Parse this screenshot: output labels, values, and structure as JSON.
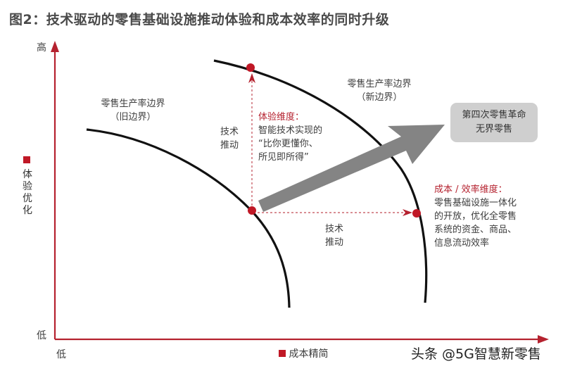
{
  "title": "图2：技术驱动的零售基础设施推动体验和成本效率的同时升级",
  "axes": {
    "y": {
      "label": "体验优化",
      "high": "高",
      "low": "低",
      "marker_icon": "red-square-icon"
    },
    "x": {
      "label": "成本精简",
      "low": "低",
      "marker_icon": "red-square-icon"
    }
  },
  "frontiers": {
    "old": {
      "line1": "零售生产率边界",
      "line2": "（旧边界）"
    },
    "new": {
      "line1": "零售生产率边界",
      "line2": "（新边界）"
    }
  },
  "tech_push_vertical": {
    "line1": "技术",
    "line2": "推动"
  },
  "tech_push_horizontal": {
    "line1": "技术",
    "line2": "推动"
  },
  "experience_dimension": {
    "heading": "体验维度：",
    "line1": "智能技术实现的",
    "line2": "“比你更懂你、",
    "line3": "所见即所得”"
  },
  "cost_dimension": {
    "heading": "成本 / 效率维度：",
    "line1": "零售基础设施一体化",
    "line2": "的开放，优化全零售",
    "line3": "系统的资金、商品、",
    "line4": "信息流动效率"
  },
  "target_box": {
    "line1": "第四次零售革命",
    "line2": "无界零售"
  },
  "watermark": "头条 @5G智慧新零售",
  "colors": {
    "axis": "#b5222f",
    "point": "#c01826",
    "curve": "#111111",
    "arrow": "#848484",
    "box": "#cfcfcf"
  }
}
